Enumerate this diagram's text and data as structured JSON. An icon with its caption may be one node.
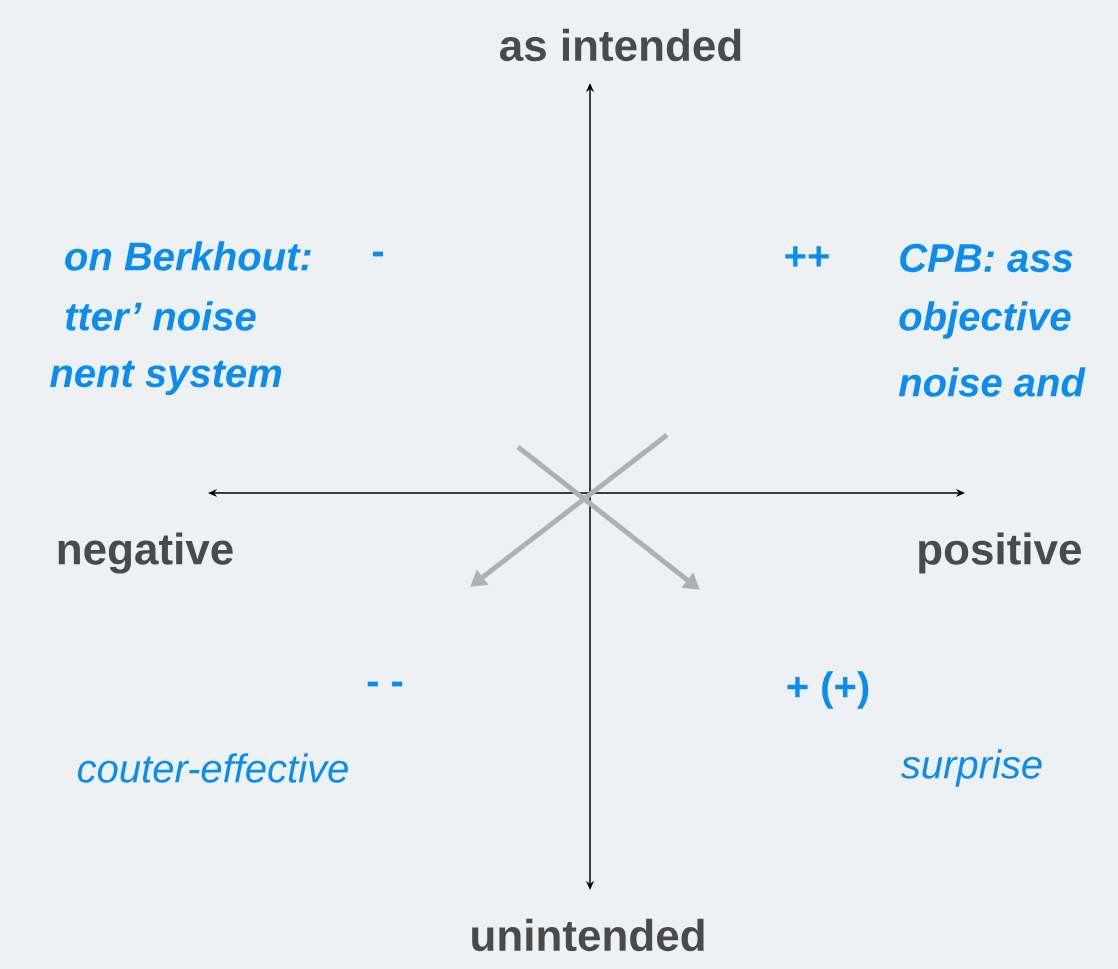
{
  "diagram": {
    "labels": [
      "as intended",
      "on Berkhout:",
      "tter’ noise",
      "nent system",
      "-",
      "++",
      "CPB: ass",
      "objective",
      "noise and",
      "negative",
      "positive",
      "- -",
      "+ (+)",
      "couter-effective",
      "surprise",
      "unintended"
    ]
  }
}
